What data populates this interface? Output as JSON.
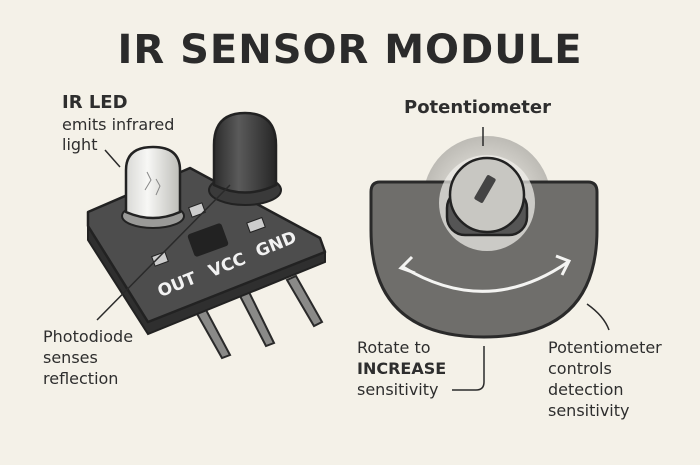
{
  "title": "IR SENSOR MODULE",
  "ir_led": {
    "heading": "IR LED",
    "lines": [
      "emits infrared",
      "light"
    ]
  },
  "photodiode": {
    "lines": [
      "Photodiode",
      "senses",
      "reflection"
    ]
  },
  "pins": [
    "OUT",
    "VCC",
    "GND"
  ],
  "potentiometer": {
    "heading": "Potentiometer",
    "rotate_note": [
      "Rotate to",
      "INCREASE",
      "sensitivity"
    ],
    "control_note": [
      "Potentiometer",
      "controls",
      "detection",
      "sensitivity"
    ]
  },
  "colors": {
    "background": "#f4f1e8",
    "board": "#4a4a4a",
    "ink": "#2a2a2a"
  }
}
